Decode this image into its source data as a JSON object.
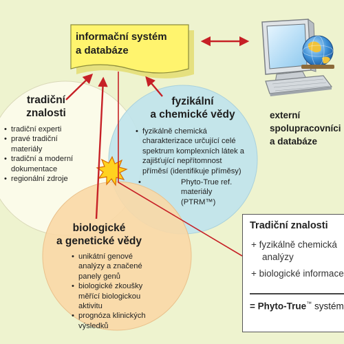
{
  "system": {
    "title_line1": "informační systém",
    "title_line2": "a databáze"
  },
  "external": {
    "line1": "externí",
    "line2": "spolupracovníci",
    "line3": "a databáze"
  },
  "traditional": {
    "title_line1": "tradiční",
    "title_line2": "znalosti",
    "items": [
      "tradiční experti",
      "pravé tradiční materiály",
      "tradiční a moderní dokumentace",
      "regionální zdroje"
    ]
  },
  "physchem": {
    "title_line1": "fyzikální",
    "title_line2": "a chemické vědy",
    "items": [
      "fyzikálně chemická charakterizace určující celé spektrum komplexních látek a zajišťující nepřítomnost příměsí (identifikuje příměsy)"
    ],
    "subitem": "Phyto-True ref. materiály (PTRM™)"
  },
  "biogen": {
    "title_line1": "biologické",
    "title_line2": "a genetické vědy",
    "items": [
      "unikátní genové analýzy a značené panely genů",
      "biologické zkoušky měřící biologickou aktivitu",
      "prognóza klinických výsledků"
    ]
  },
  "summary": {
    "title": "Tradiční znalosti",
    "line1": "+ fyzikálně chemická",
    "line1b": "analýzy",
    "line2": "+ biologické informace",
    "result_eq": "=",
    "result_brand": "Phyto-True",
    "result_tm": "™",
    "result_rest": "systém"
  },
  "colors": {
    "background": "#eef3cf",
    "system_box": "#fff46e",
    "circle_traditional": "#fbfbea",
    "circle_physchem": "#bfe3ec",
    "circle_biogen": "#f9d8a6",
    "arrow": "#c62026"
  }
}
